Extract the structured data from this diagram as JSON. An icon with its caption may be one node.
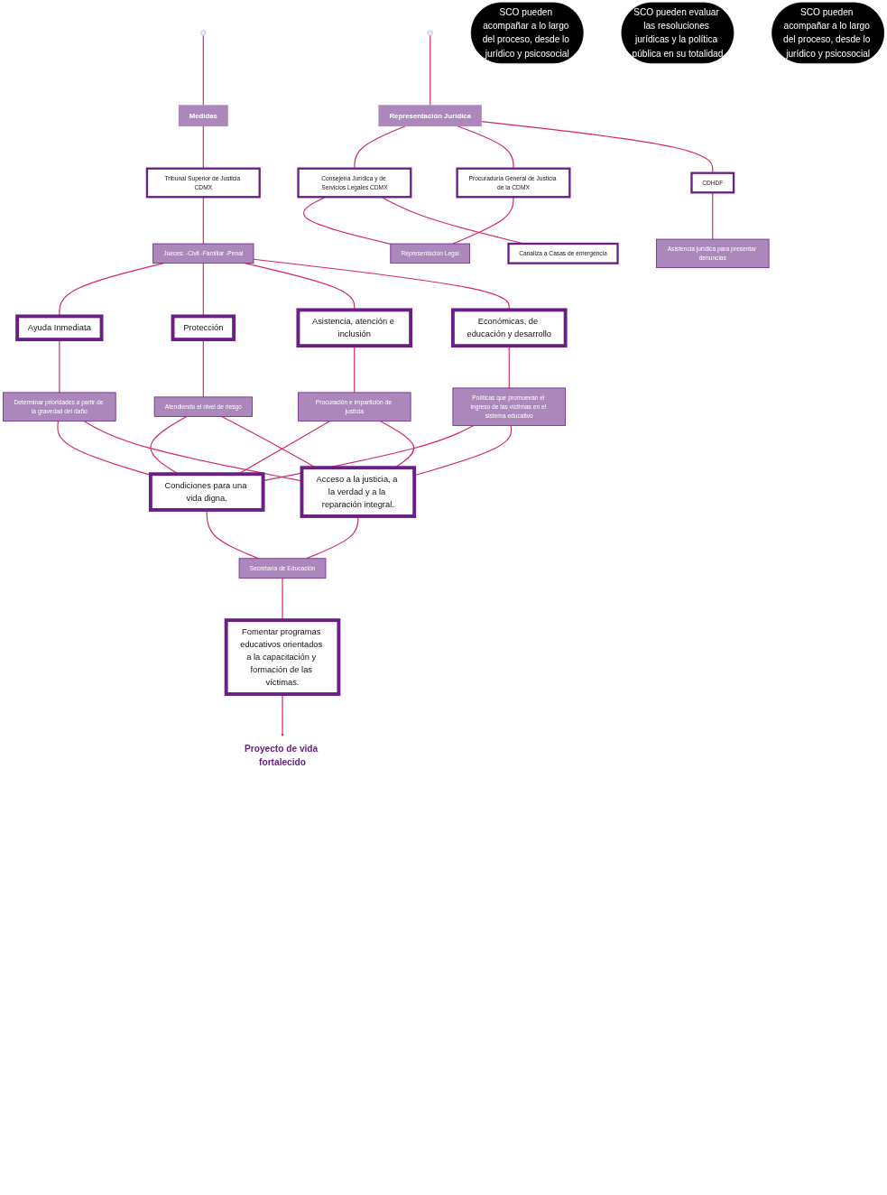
{
  "diagram": {
    "nodes": [
      {
        "text": [
          "Medidas"
        ]
      },
      {
        "text": [
          "SCO pueden acompañar a lo largo del proceso, desde lo jurídico y psicosocial"
        ]
      },
      {
        "text": [
          "Representación Jurídica"
        ]
      },
      {
        "text": [
          "Tribunal Superior de Justicia CDMX"
        ]
      },
      {
        "text": [
          "Jueces: -Civil -Familiar -Penal"
        ]
      },
      {
        "text": [
          "Consejería Jurídica y de Servicios Legales CDMX"
        ]
      },
      {
        "text": [
          "Procuraduría General de Justicia de la CDMX"
        ]
      },
      {
        "text": [
          "CDHDF"
        ]
      },
      {
        "text": [
          "Representación Legal"
        ]
      },
      {
        "text": [
          "Asistencia jurídica para presentar denuncias"
        ]
      },
      {
        "text": [
          "Canaliza a Casas de emergencia"
        ]
      },
      {
        "text": [
          "SCO pueden evaluar las resoluciones jurídicas y la política pública en su totalidad"
        ]
      },
      {
        "text": [
          "Ayuda Inmediata"
        ]
      },
      {
        "text": [
          "Protección"
        ]
      },
      {
        "text": [
          "Asistencia, atención e inclusión"
        ]
      },
      {
        "text": [
          "Económicas, de educación y desarrollo"
        ]
      },
      {
        "text": [
          "Determinar prioridades a partir de la gravedad del daño"
        ]
      },
      {
        "text": [
          "Atendiendo el nivel de riesgo"
        ]
      },
      {
        "text": [
          "Procuración e impartición de justicia"
        ]
      },
      {
        "text": [
          "Políticas que promuevan el ingreso de las víctimas en el sistema educativo"
        ]
      },
      {
        "text": [
          "Condiciones para una vida digna."
        ]
      },
      {
        "text": [
          "Acceso a la justicia, a la verdad y a la reparación integral."
        ]
      },
      {
        "text": [
          "Secretaría de Educación"
        ]
      },
      {
        "text": [
          "Fomentar programas educativos orientados a la capacitación y formación de las víctimas."
        ]
      },
      {
        "text": [
          "Proyecto de vida fortalecido"
        ]
      },
      {
        "text": [
          "SCO pueden acompañar a lo largo del proceso, desde lo jurídico y psicosocial"
        ]
      }
    ],
    "edges": [
      {
        "from": null,
        "to": 0,
        "arrow": "none"
      },
      {
        "from": null,
        "to": 2,
        "arrow": "none"
      },
      {
        "from": 0,
        "to": 3,
        "arrow": "none"
      },
      {
        "from": 3,
        "to": 4,
        "arrow": "none"
      },
      {
        "from": 2,
        "to": 5,
        "arrow": "none"
      },
      {
        "from": 2,
        "to": 6,
        "arrow": "none"
      },
      {
        "from": 2,
        "to": 7,
        "arrow": "none"
      },
      {
        "from": 5,
        "to": 8,
        "arrow": "none"
      },
      {
        "from": 6,
        "to": 8,
        "arrow": "none"
      },
      {
        "from": 7,
        "to": 9,
        "arrow": "none"
      },
      {
        "from": 5,
        "to": 10,
        "arrow": "none"
      },
      {
        "from": 4,
        "to": 12,
        "arrow": "none"
      },
      {
        "from": 4,
        "to": 13,
        "arrow": "none"
      },
      {
        "from": 4,
        "to": 14,
        "arrow": "none"
      },
      {
        "from": 4,
        "to": 15,
        "arrow": "none"
      },
      {
        "from": 12,
        "to": 16,
        "arrow": "none"
      },
      {
        "from": 13,
        "to": 17,
        "arrow": "none"
      },
      {
        "from": 14,
        "to": 18,
        "arrow": "none"
      },
      {
        "from": 15,
        "to": 19,
        "arrow": "none"
      },
      {
        "from": 16,
        "to": 20,
        "arrow": "none"
      },
      {
        "from": 16,
        "to": 21,
        "arrow": "none"
      },
      {
        "from": 17,
        "to": 20,
        "arrow": "none"
      },
      {
        "from": 17,
        "to": 21,
        "arrow": "none"
      },
      {
        "from": 18,
        "to": 20,
        "arrow": "none"
      },
      {
        "from": 18,
        "to": 21,
        "arrow": "none"
      },
      {
        "from": 19,
        "to": 20,
        "arrow": "none"
      },
      {
        "from": 19,
        "to": 21,
        "arrow": "none"
      },
      {
        "from": 20,
        "to": 22,
        "arrow": "none"
      },
      {
        "from": 21,
        "to": 22,
        "arrow": "none"
      },
      {
        "from": 22,
        "to": 23,
        "arrow": "none"
      },
      {
        "from": 23,
        "to": 24,
        "arrow": "to"
      }
    ]
  }
}
